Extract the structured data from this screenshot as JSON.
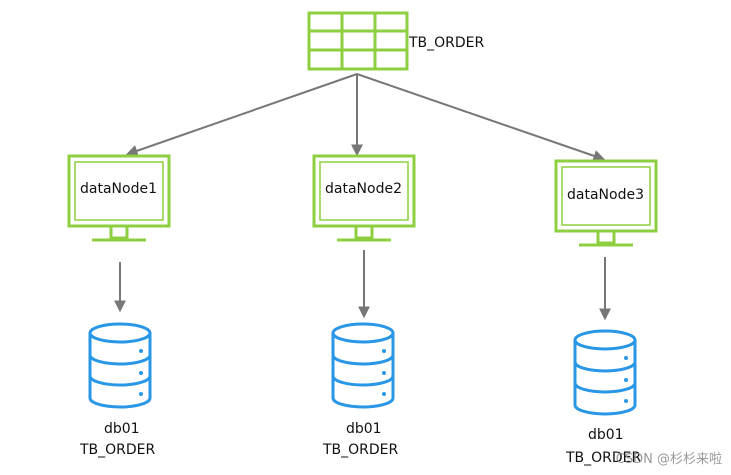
{
  "colors": {
    "green": "#8dcf3f",
    "blue": "#2a97e6",
    "arrow": "#777777",
    "text": "#111111"
  },
  "table": {
    "icon": "table-grid-icon",
    "label": "TB_ORDER"
  },
  "nodes": [
    {
      "icon": "monitor-icon",
      "label": "dataNode1",
      "db_icon": "database-icon",
      "db_name": "db01",
      "db_table": "TB_ORDER"
    },
    {
      "icon": "monitor-icon",
      "label": "dataNode2",
      "db_icon": "database-icon",
      "db_name": "db01",
      "db_table": "TB_ORDER"
    },
    {
      "icon": "monitor-icon",
      "label": "dataNode3",
      "db_icon": "database-icon",
      "db_name": "db01",
      "db_table": "TB_ORDER"
    }
  ],
  "watermark": "CSDN @杉杉来啦"
}
